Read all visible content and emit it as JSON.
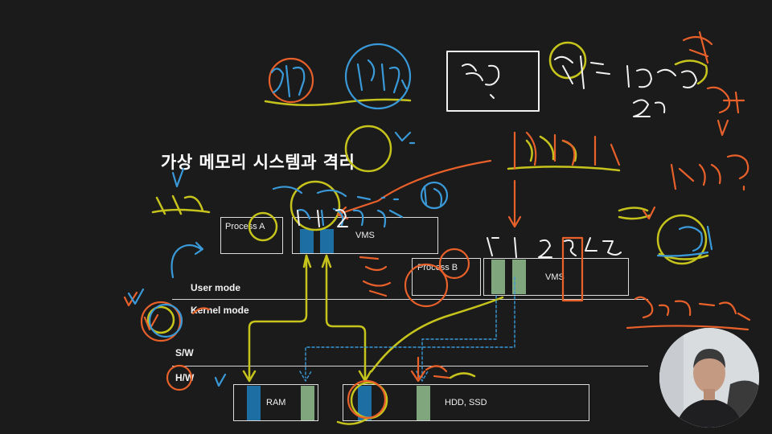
{
  "title": "가상 메모리 시스템과 격리",
  "process_a": {
    "label": "Process A"
  },
  "process_a_vms": {
    "label": "VMS"
  },
  "process_b": {
    "label": "Process B"
  },
  "process_b_vms": {
    "label": "VMS"
  },
  "modes": {
    "user": "User mode",
    "kernel": "Kernel mode",
    "sw": "S/W",
    "hw": "H/W"
  },
  "ram": {
    "label": "RAM"
  },
  "storage": {
    "label": "HDD, SSD"
  },
  "colors": {
    "background": "#1b1b1b",
    "ink_yellow": "#c6c41c",
    "ink_orange": "#e8602a",
    "ink_blue": "#3a9ad9",
    "ink_white": "#f2f2f2",
    "page_blue": "#1d6ea3",
    "page_green": "#7fa67c"
  },
  "annotations": {
    "note": "Handwritten pen annotations (Korean/English scribbles) drawn in yellow, orange, blue and white ink over the slide."
  }
}
